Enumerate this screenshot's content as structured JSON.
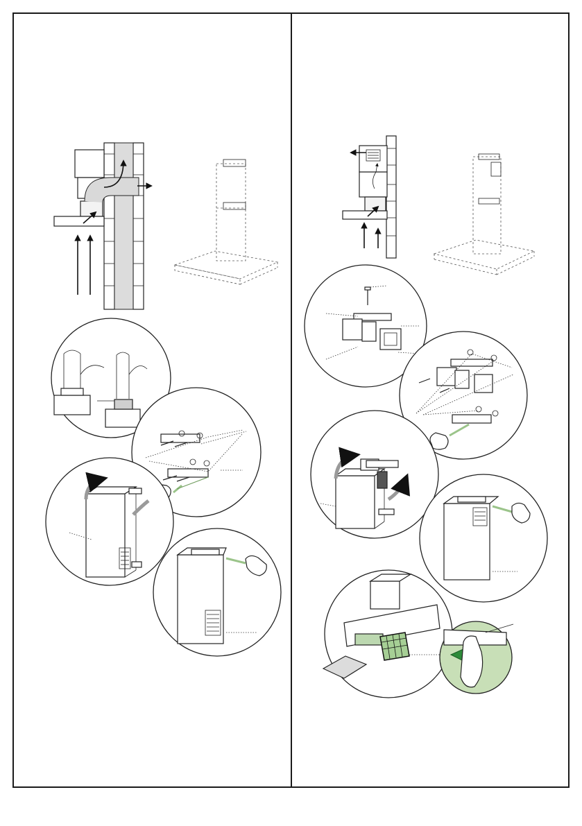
{
  "page": {
    "background": "#ffffff",
    "frame_color": "#1a1a1a",
    "accent_green": "#9bc48a",
    "dark_green": "#2e8b3a",
    "duct_grey": "#d9d9d9"
  },
  "panels": {
    "left": {
      "steps": [
        "ducted-installation-overview",
        "duct-connection-detail",
        "bracket-fixing-detail",
        "chimney-positioning-detail",
        "chimney-fixing-detail"
      ]
    },
    "right": {
      "steps": [
        "recirculation-installation-overview",
        "deflector-assembly-detail",
        "deflector-fixing-detail",
        "chimney-positioning-detail",
        "chimney-fixing-detail",
        "filter-replacement-detail"
      ]
    }
  }
}
